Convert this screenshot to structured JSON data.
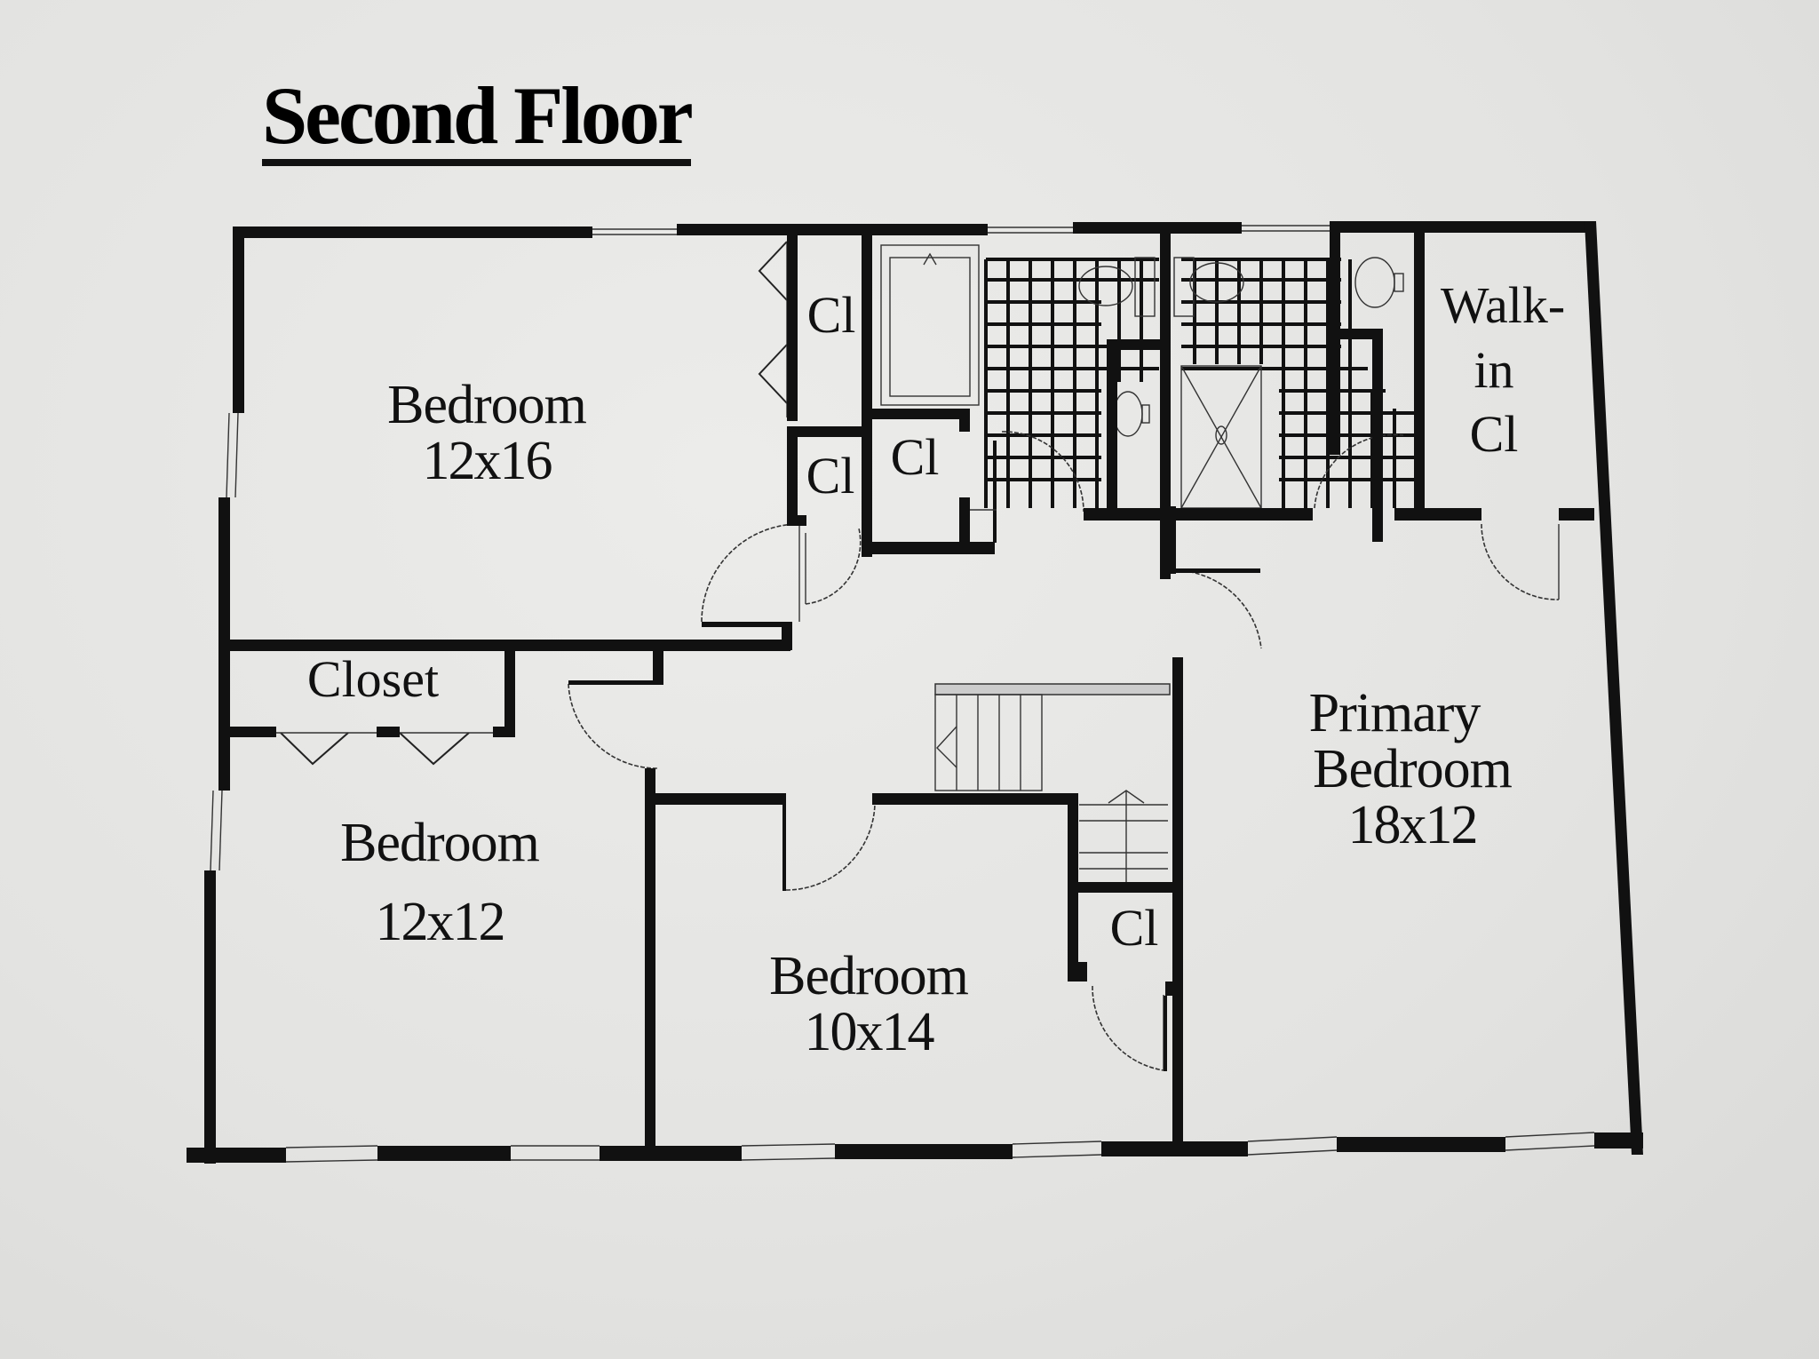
{
  "title": "Second Floor",
  "rooms": {
    "bedroom_a": {
      "name": "Bedroom",
      "size": "12x16"
    },
    "bedroom_b": {
      "name": "Bedroom",
      "size": "12x12"
    },
    "bedroom_c": {
      "name": "Bedroom",
      "size": "10x14"
    },
    "primary": {
      "line1": "Primary",
      "line2": "Bedroom",
      "size": "18x12"
    },
    "closet_main": {
      "name": "Closet"
    },
    "closet_1": {
      "name": "Cl"
    },
    "closet_2": {
      "name": "Cl"
    },
    "closet_3": {
      "name": "Cl"
    },
    "closet_4": {
      "name": "Cl"
    },
    "walk_in": {
      "line1": "Walk-",
      "line2": "in",
      "line3": "Cl"
    }
  },
  "colors": {
    "paper": "#e4e4e2",
    "ink": "#111111"
  }
}
